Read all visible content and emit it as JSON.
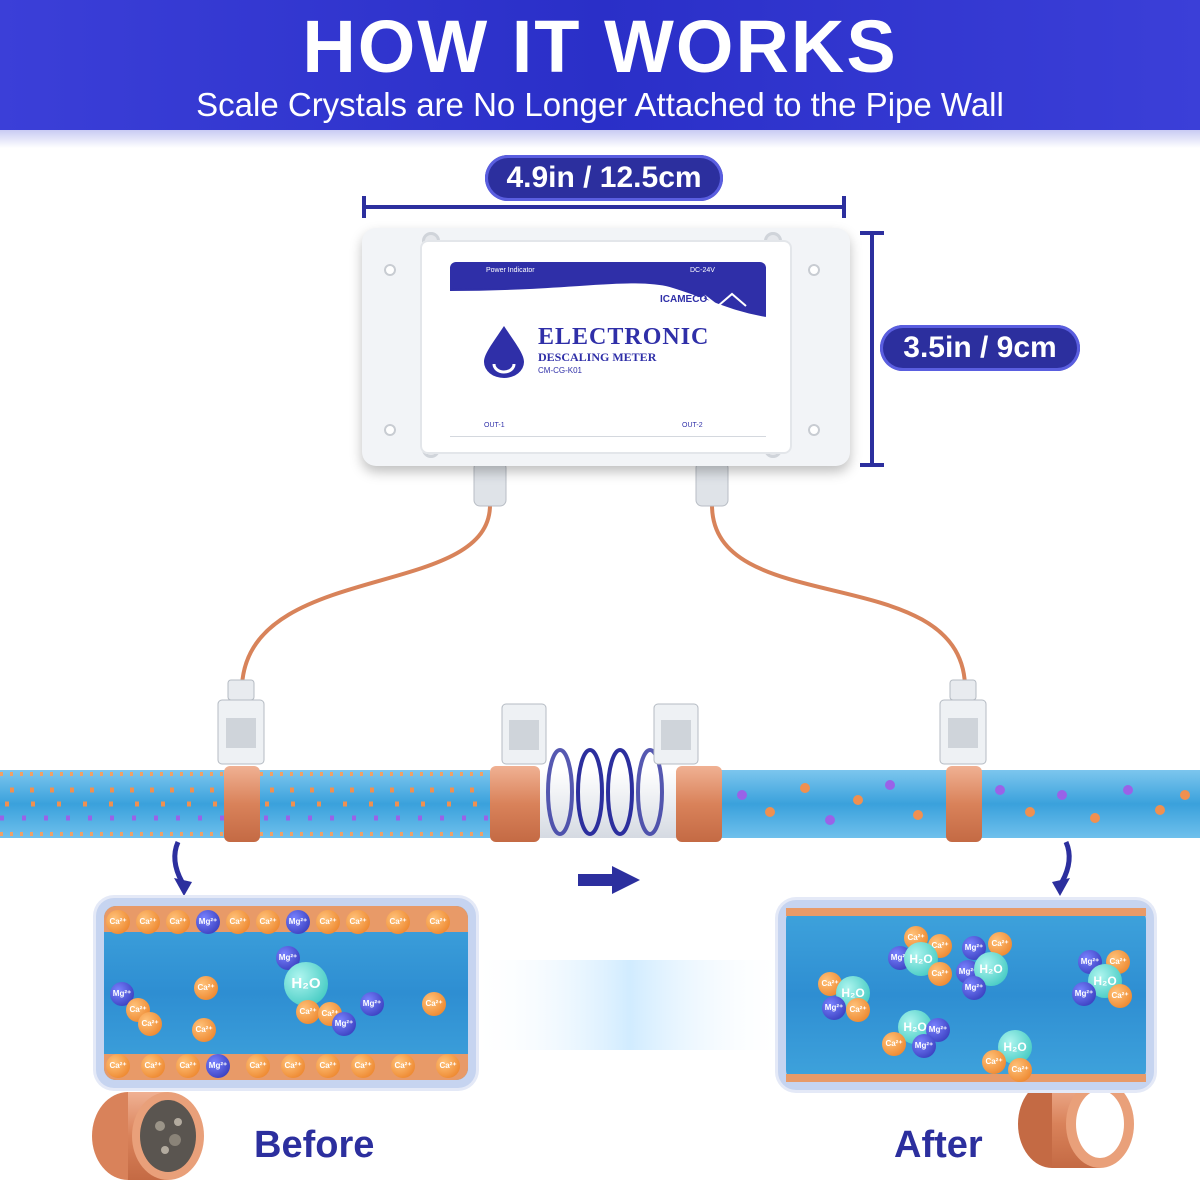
{
  "header": {
    "title": "HOW IT WORKS",
    "subtitle": "Scale Crystals are No Longer Attached to the Pipe Wall"
  },
  "dimensions": {
    "width_label": "4.9in / 12.5cm",
    "height_label": "3.5in / 9cm"
  },
  "device": {
    "power_indicator": "Power Indicator",
    "dc_input": "DC-24V",
    "brand": "ICAMECO",
    "product_line1": "ELECTRONIC",
    "product_line2": "DESCALING METER",
    "model": "CM-CG-K01",
    "out1": "OUT-1",
    "out2": "OUT-2"
  },
  "ions": {
    "ca": "Ca²⁺",
    "mg": "Mg²⁺",
    "water": "H₂O"
  },
  "comparison": {
    "before_label": "Before",
    "after_label": "After"
  },
  "colors": {
    "brand_blue": "#2c2f9e",
    "banner_blue": "#3b3fd8",
    "water": "#3fa3dc",
    "copper": "#d9825a",
    "calcium": "#e9791c",
    "magnesium": "#2a2fb0",
    "water_molecule": "#2bc0b8"
  }
}
